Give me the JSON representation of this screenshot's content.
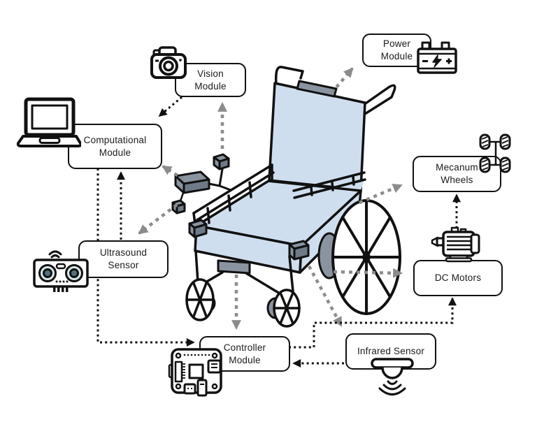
{
  "nodes": {
    "power": {
      "label": "Power\nModule"
    },
    "vision": {
      "label": "Vision\nModule"
    },
    "computational": {
      "label": "Computational\nModule"
    },
    "mecanum": {
      "label": "Mecanum\nWheels"
    },
    "ultrasound": {
      "label": "Ultrasound\nSensor"
    },
    "dc_motors": {
      "label": "DC Motors"
    },
    "controller": {
      "label": "Controller\nModule"
    },
    "infrared": {
      "label": "Infrared Sensor"
    }
  },
  "icons": [
    "battery-icon",
    "camera-icon",
    "laptop-icon",
    "mecanum-wheels-icon",
    "ultrasound-sensor-icon",
    "dc-motor-icon",
    "controller-board-icon",
    "infrared-sensor-icon",
    "wheelchair-illustration"
  ],
  "edges": [
    {
      "from": "wheelchair",
      "to": "power",
      "style": "dashed-gray"
    },
    {
      "from": "wheelchair",
      "to": "vision",
      "style": "dashed-gray"
    },
    {
      "from": "wheelchair",
      "to": "computational",
      "style": "dashed-gray"
    },
    {
      "from": "wheelchair",
      "to": "ultrasound",
      "style": "dashed-gray"
    },
    {
      "from": "wheelchair",
      "to": "mecanum",
      "style": "dashed-gray"
    },
    {
      "from": "wheelchair",
      "to": "dc_motors",
      "style": "dashed-gray"
    },
    {
      "from": "wheelchair",
      "to": "controller",
      "style": "dashed-gray"
    },
    {
      "from": "wheelchair",
      "to": "infrared",
      "style": "dashed-gray"
    },
    {
      "from": "vision",
      "to": "computational",
      "style": "dotted-black"
    },
    {
      "from": "ultrasound",
      "to": "computational",
      "style": "dotted-black"
    },
    {
      "from": "computational",
      "to": "controller",
      "style": "dotted-black"
    },
    {
      "from": "infrared",
      "to": "controller",
      "style": "dotted-black"
    },
    {
      "from": "controller",
      "to": "dc_motors",
      "style": "dotted-black"
    },
    {
      "from": "dc_motors",
      "to": "mecanum",
      "style": "dotted-black"
    }
  ],
  "colors": {
    "chair_fill": "#cfdeef",
    "module_gray": "#8a94a1",
    "module_gray_dark": "#6f7a88",
    "arrow_gray": "#8c8c8c",
    "line_black": "#111111",
    "sensor_ring": "#d6e7e7",
    "sensor_eye": "#50707c"
  }
}
